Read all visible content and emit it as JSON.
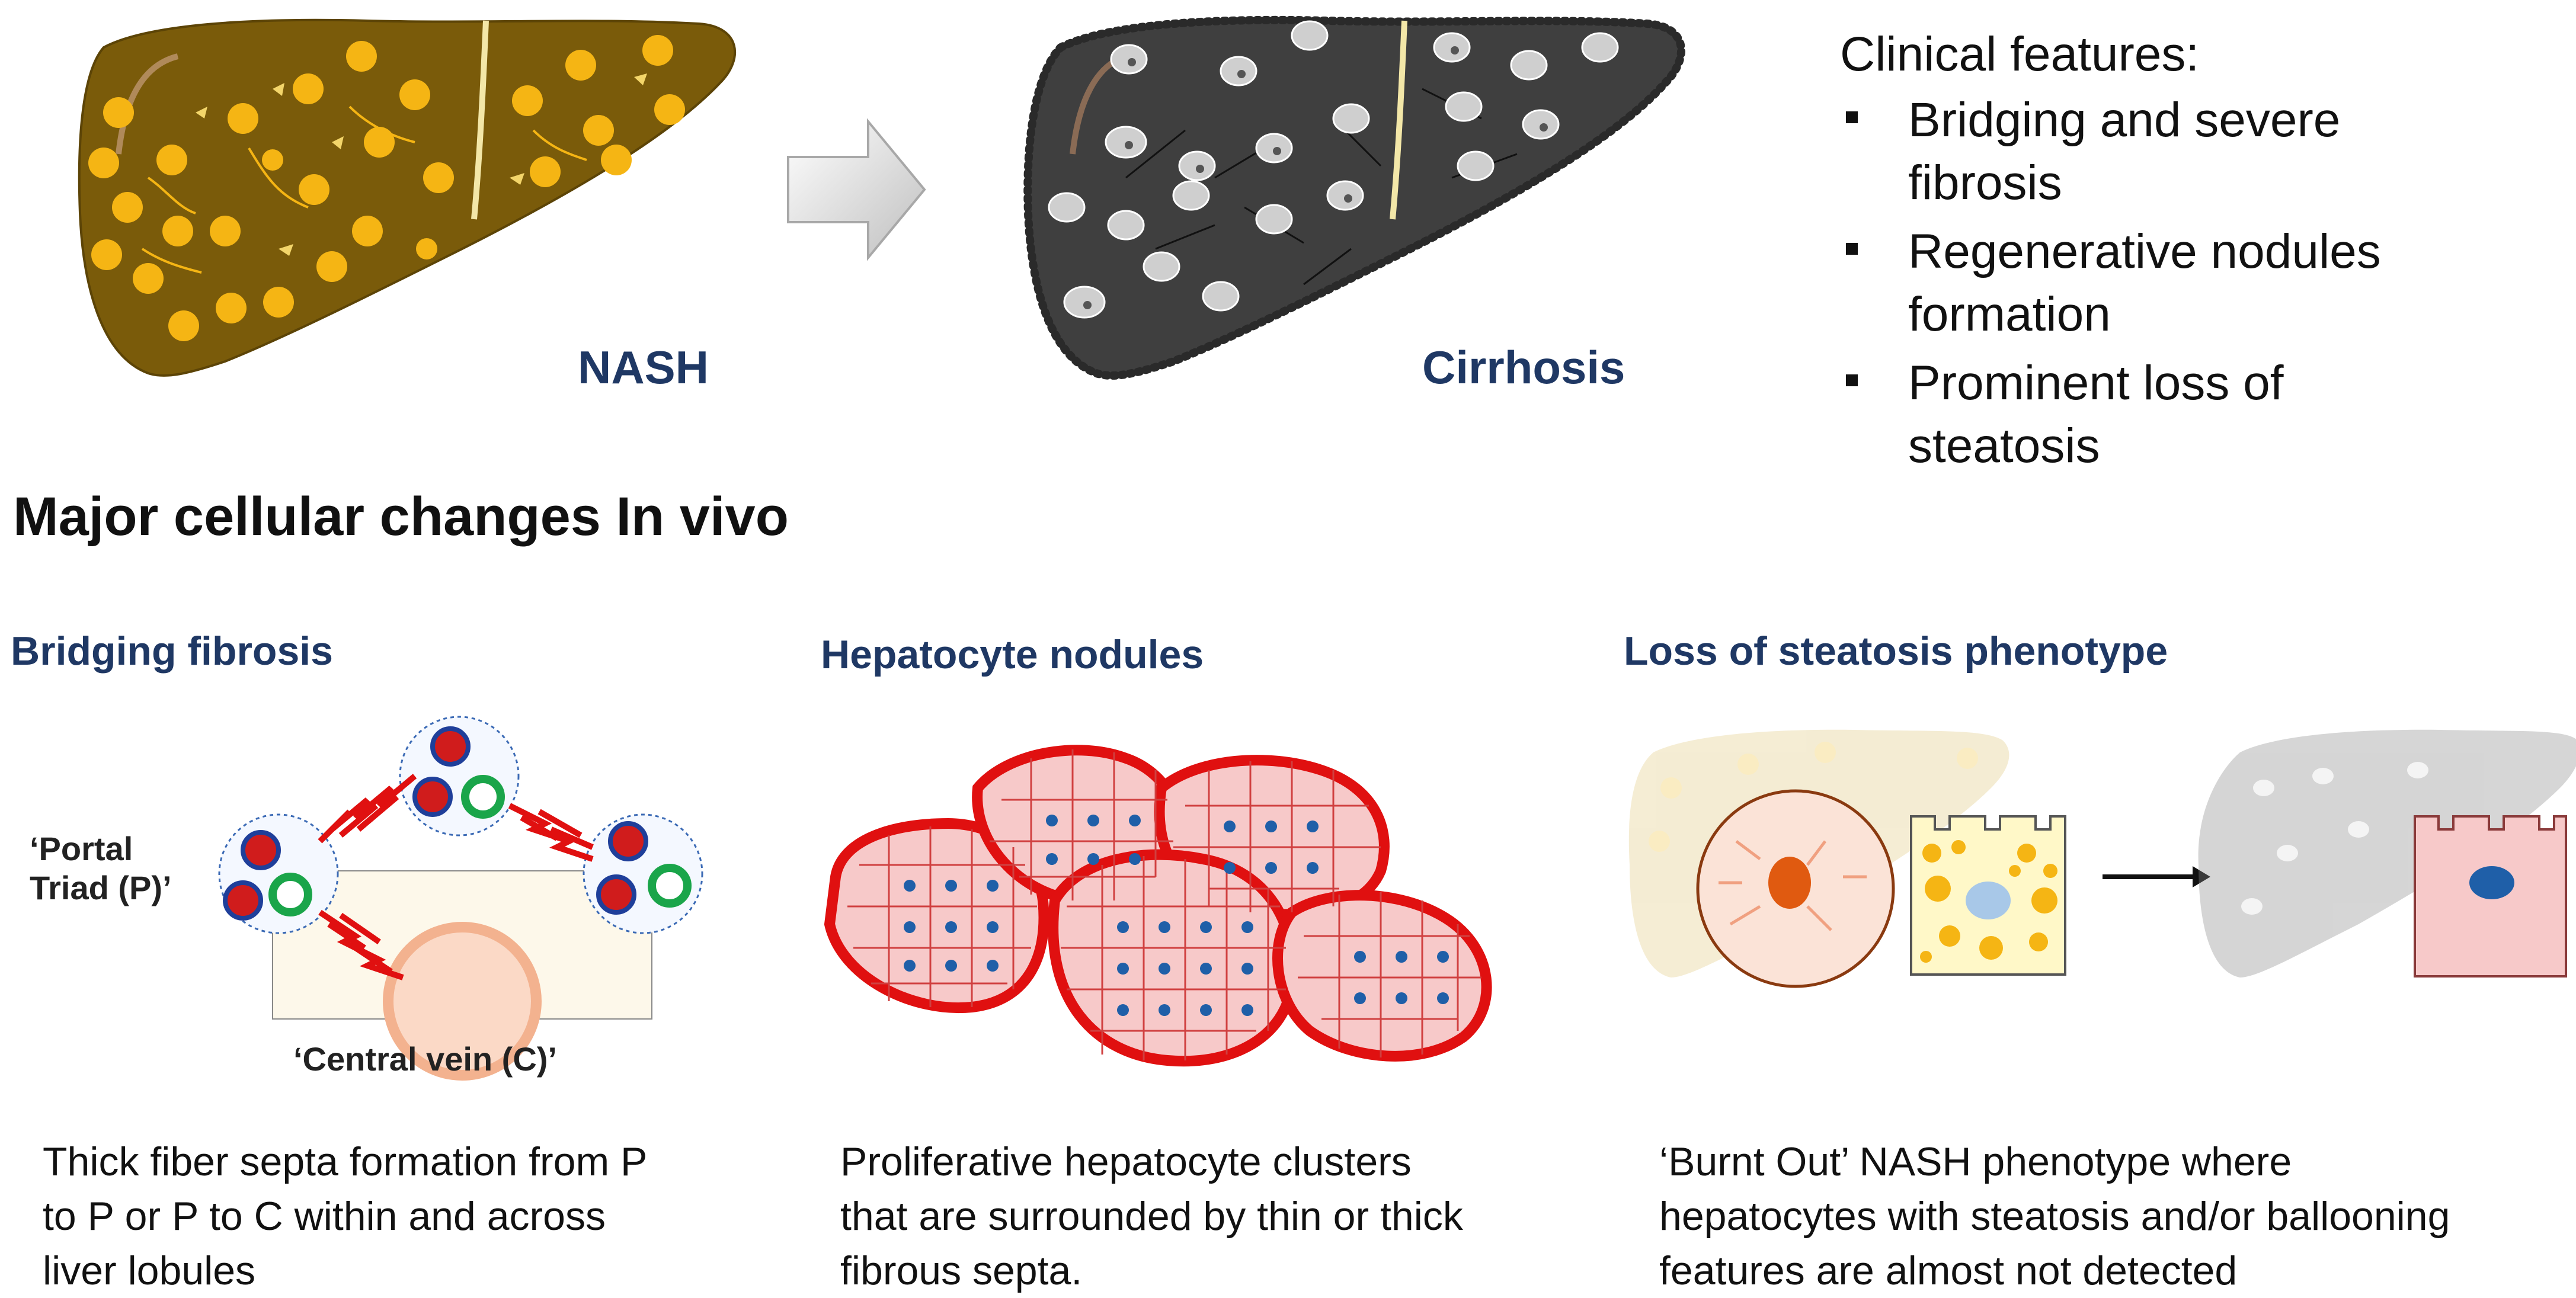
{
  "stages": {
    "nash_label": "NASH",
    "cirrhosis_label": "Cirrhosis"
  },
  "clinical": {
    "title": "Clinical  features:",
    "items": [
      "Bridging  and severe\nfibrosis",
      "Regenerative nodules\nformation",
      "Prominent loss of\nsteatosis"
    ]
  },
  "major_title": "Major cellular changes In vivo",
  "panels": {
    "bridging": {
      "title": "Bridging fibrosis",
      "portal_label": "‘Portal\nTriad (P)’",
      "central_label": "‘Central vein (C)’",
      "caption": "Thick fiber septa formation from P\nto P or P to C within and across\nliver lobules"
    },
    "nodules": {
      "title": "Hepatocyte nodules",
      "caption": "Proliferative hepatocyte clusters\nthat are surrounded by thin or thick\nfibrous septa."
    },
    "steatosis": {
      "title": "Loss of steatosis phenotype",
      "caption": "‘Burnt Out’ NASH phenotype where\nhepatocytes with  steatosis and/or ballooning\nfeatures are almost not detected"
    }
  },
  "colors": {
    "nash_liver": "#7a5b0a",
    "fat_droplet": "#f5b514",
    "cirrhosis_liver": "#3f3f3f",
    "ligament": "#f3e7a8",
    "label_blue": "#1f3864",
    "septa_red": "#e01010",
    "nodule_fill": "#f7c9c9",
    "nucleus_blue": "#1f5fa8",
    "portal_green": "#1aa54a"
  }
}
